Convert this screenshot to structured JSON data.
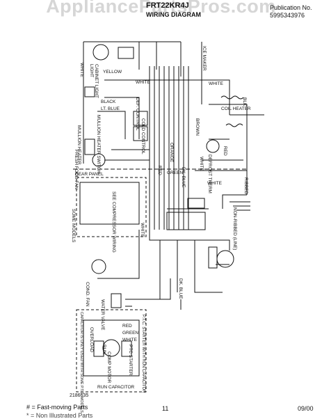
{
  "watermark": "AppliancePartsPros.com",
  "header": {
    "model": "FRT22KR4J",
    "title": "WIRING DIAGRAM",
    "publication_label": "Publication No.",
    "publication_no": "5995343976"
  },
  "labels": {
    "white_top": "WHITE",
    "light": "LIGHT",
    "cabinet_light": "CABINET LIGHT",
    "yellow": "YELLOW",
    "white_mid": "WHITE",
    "white_right": "WHITE",
    "ice_maker": "ICE MAKER",
    "black": "BLACK",
    "lt_blue": "LT. BLUE",
    "mullion_heater": "MULLION HEATER",
    "mullion_heater_switch": "MULLION HEATER SWITCH",
    "def_control": "DEF. CONTROL",
    "cold_control": "COLD CONTROL",
    "orange": "ORANGE",
    "brown": "BROWN",
    "blk": "BLK",
    "coil_heater": "COIL HEATER",
    "defrost_therm": "DEFROST THERM",
    "red": "RED",
    "white_coil": "WHITE",
    "fresh_food_fan": "FRESH FOOD FAN",
    "rear_panel": "REAR PANEL",
    "green": "GREEN",
    "dk_blue": "DK. BLUE",
    "white_lower": "WHITE",
    "ribbed": "RIBBED",
    "non_ribbed": "NON-RIBBED (LINE)",
    "see_compressor_wiring": "SEE COMPRESSOR WIRING",
    "some_models": "SOME MODELS",
    "cond_fan": "COND. FAN",
    "water_valve": "WATER VALVE",
    "dk_blue_lower": "DK. BLUE",
    "white_cond": "WHITE"
  },
  "ptc_box": {
    "title": "P.T.C. STARTER WITH RUN CAPACITOR",
    "red": "RED",
    "green": "GREEN",
    "white": "WHITE",
    "overload": "OVERLOAD",
    "run": "RUN",
    "comp_motor": "COMP MOTOR",
    "ptc_starter": "PTC STARTER",
    "capacitor_note": "CAPACITOR IS ONLY USED WITH SOME P.T.C. MODELS",
    "run_capacitor": "RUN CAPACITOR"
  },
  "footer": {
    "doc_no": "2186635",
    "fast_moving": "# = Fast-moving Parts",
    "non_illustrated": "* = Non Illustrated Parts",
    "page": "11",
    "date": "09/00"
  }
}
